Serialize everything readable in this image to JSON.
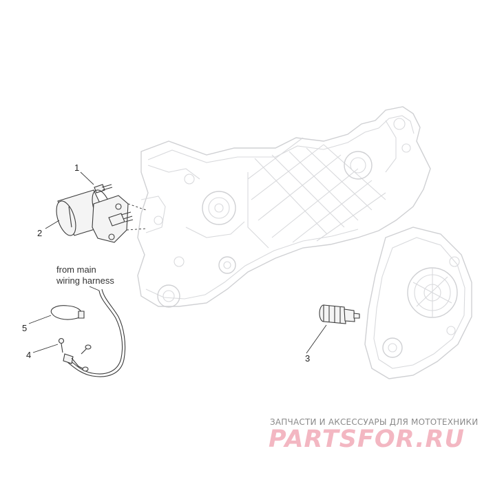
{
  "callouts": [
    "1",
    "2",
    "3",
    "4",
    "5"
  ],
  "note": {
    "line1": "from main",
    "line2": "wiring harness"
  },
  "watermark": {
    "tagline": "ЗАПЧАСТИ И АКСЕССУАРЫ ДЛЯ МОТОТЕХНИКИ",
    "logo": "PARTSFOR.RU"
  },
  "colors": {
    "line_art": "#cfd0d3",
    "parts": "#3a3a3a",
    "watermark": "#f3b7c2"
  }
}
